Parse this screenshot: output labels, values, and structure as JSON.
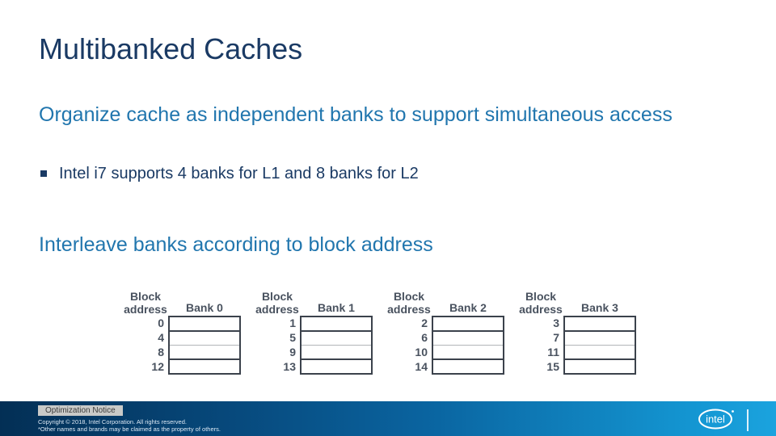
{
  "slide": {
    "title": "Multibanked Caches",
    "heading1": "Organize cache as independent banks to support simultaneous access",
    "bullet1": "Intel i7 supports 4 banks for L1 and 8 banks for L2",
    "heading2": "Interleave banks according to block address"
  },
  "diagram": {
    "block_label_line1": "Block",
    "block_label_line2": "address",
    "rows_per_bank": 4,
    "banks": [
      {
        "name": "Bank 0",
        "addresses": [
          "0",
          "4",
          "8",
          "12"
        ]
      },
      {
        "name": "Bank 1",
        "addresses": [
          "1",
          "5",
          "9",
          "13"
        ]
      },
      {
        "name": "Bank 2",
        "addresses": [
          "2",
          "6",
          "10",
          "14"
        ]
      },
      {
        "name": "Bank 3",
        "addresses": [
          "3",
          "7",
          "11",
          "15"
        ]
      }
    ]
  },
  "footer": {
    "notice_label": "Optimization Notice",
    "copyright_line1": "Copyright © 2018, Intel Corporation. All rights reserved.",
    "copyright_line2": "*Other names and brands may be claimed as the property of others.",
    "logo_text": "intel"
  },
  "colors": {
    "title_navy": "#1a3a64",
    "heading_blue": "#2176ae",
    "diagram_text": "#49525f",
    "footer_gradient_left": "#032f55",
    "footer_gradient_right": "#1ba3de",
    "notice_badge_bg": "#c9cac8"
  }
}
